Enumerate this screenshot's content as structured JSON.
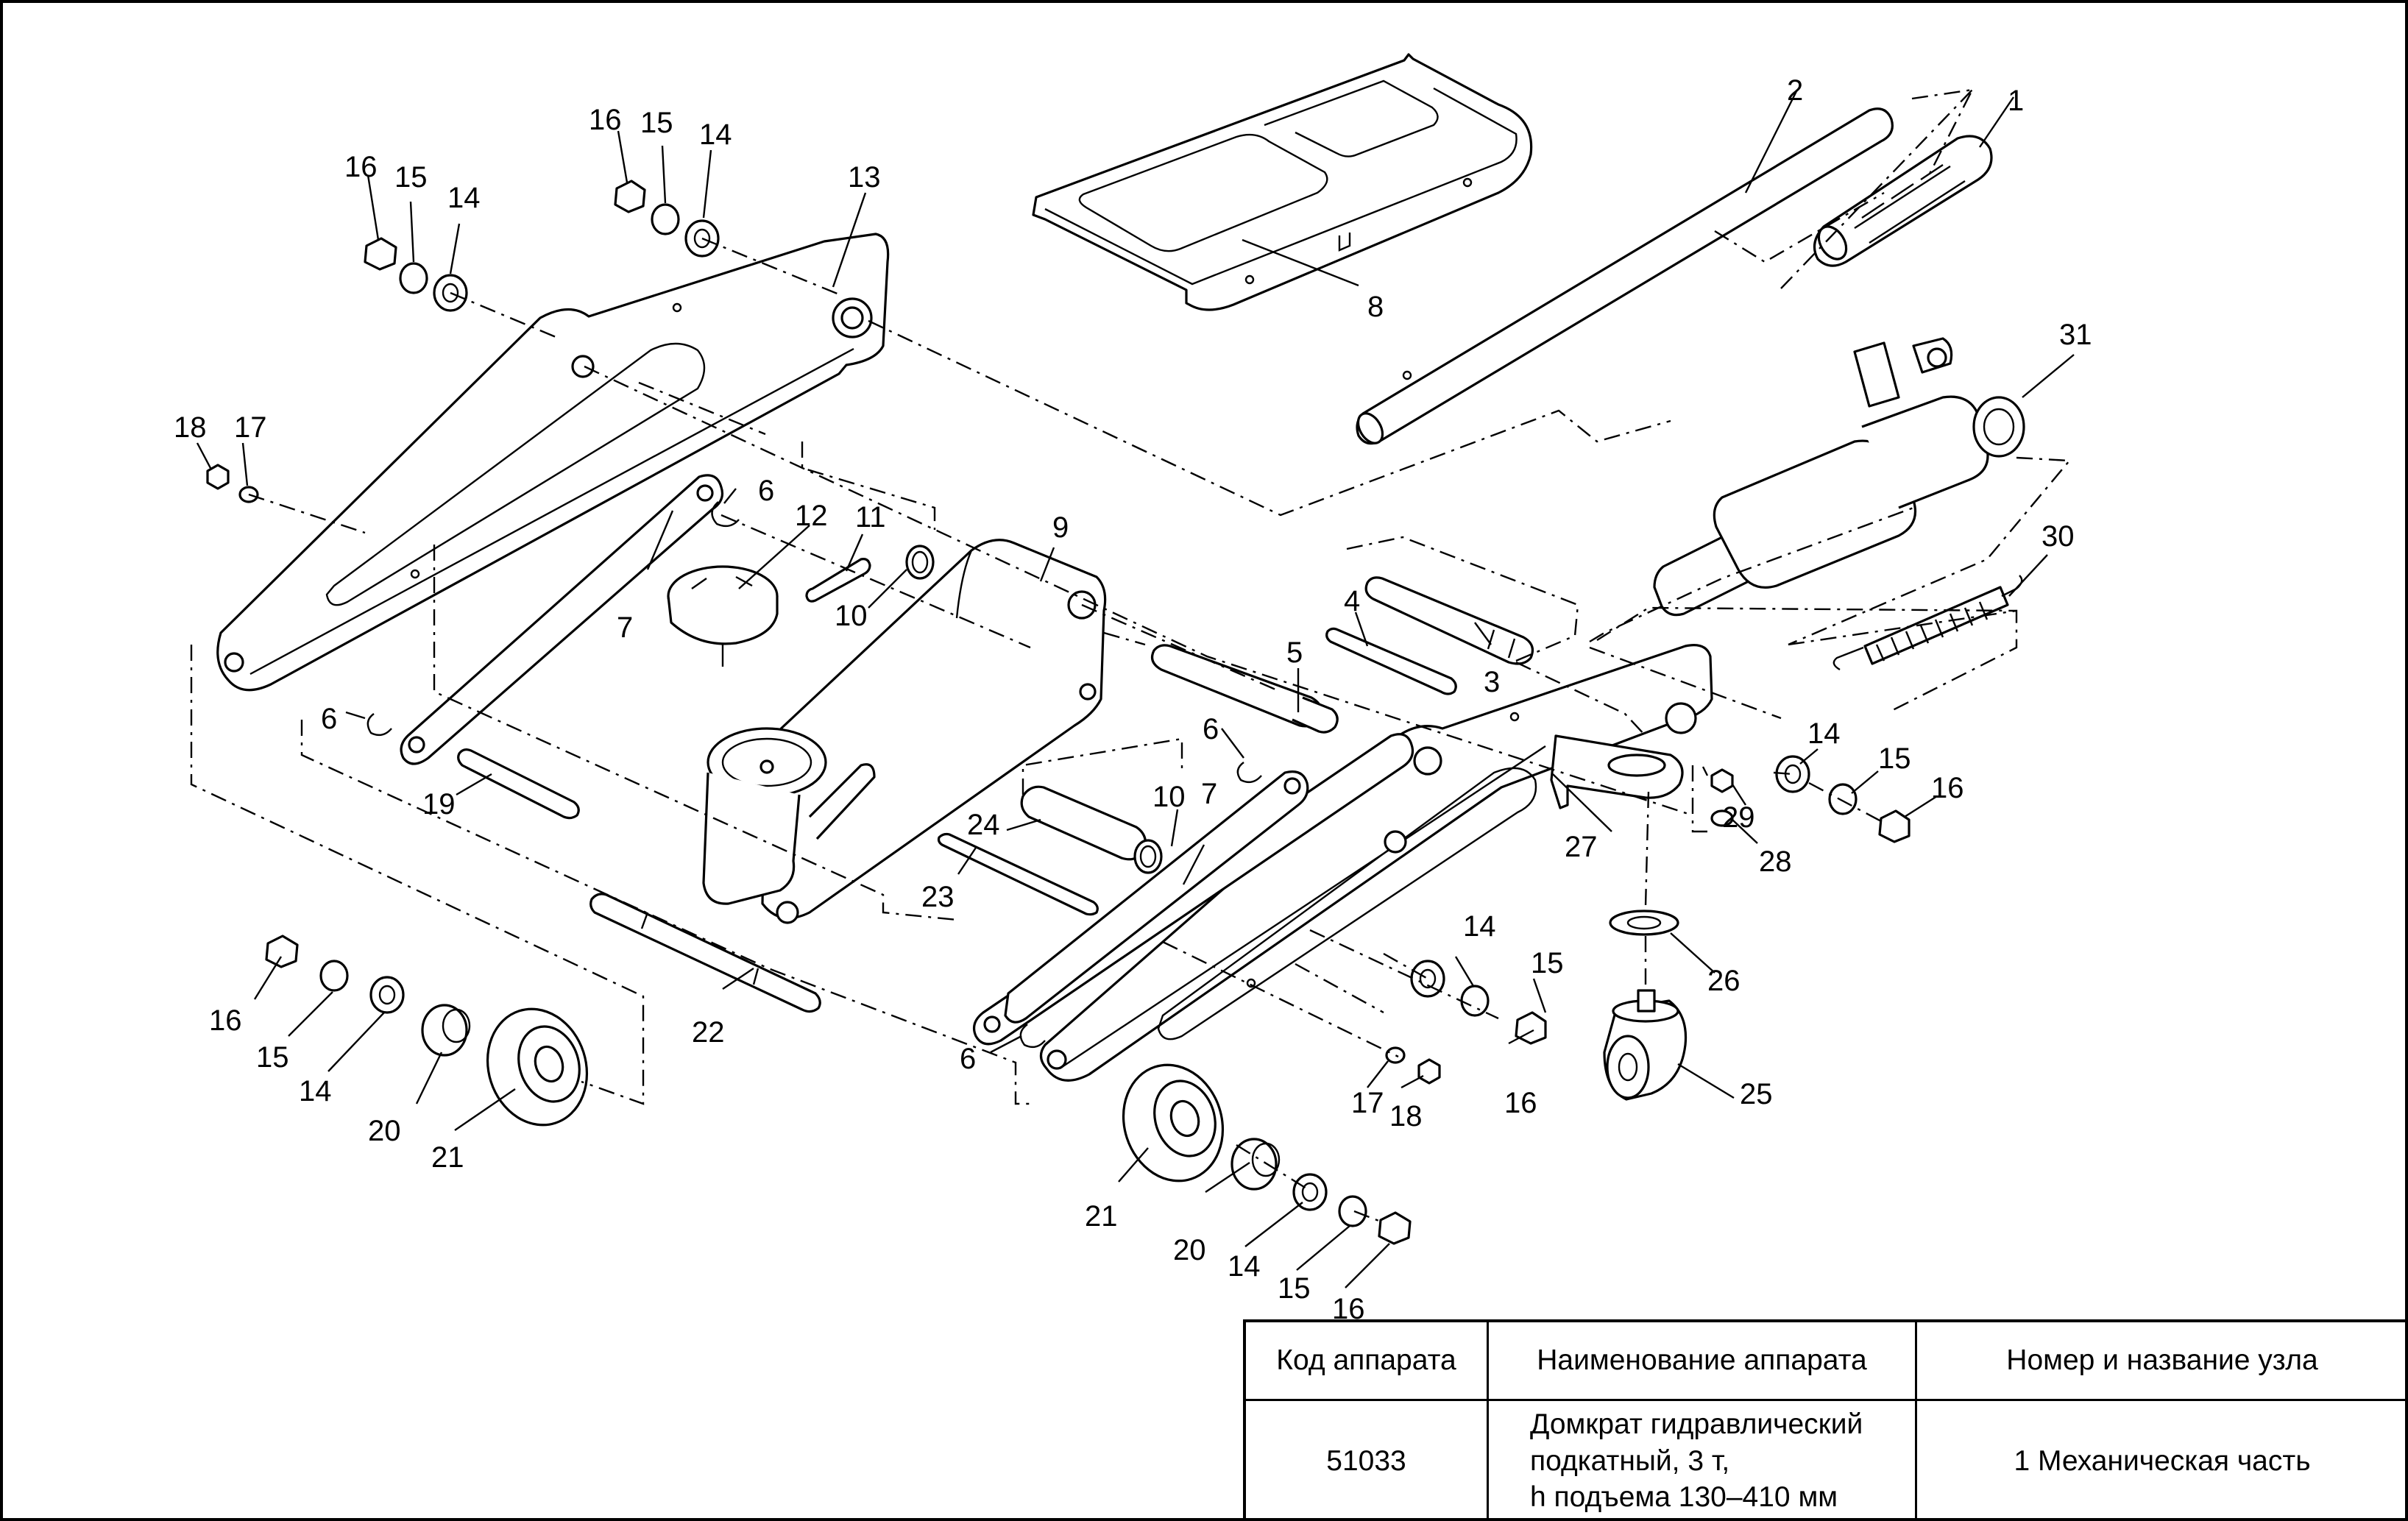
{
  "drawing": {
    "callouts": [
      "1",
      "2",
      "3",
      "4",
      "5",
      "6",
      "7",
      "8",
      "9",
      "10",
      "11",
      "12",
      "13",
      "14",
      "15",
      "16",
      "17",
      "18",
      "19",
      "20",
      "21",
      "22",
      "23",
      "24",
      "25",
      "26",
      "27",
      "28",
      "29",
      "30",
      "31"
    ]
  },
  "title_block": {
    "headers": {
      "code": "Код аппарата",
      "name": "Наименование аппарата",
      "assembly": "Номер и название узла"
    },
    "values": {
      "code": "51033",
      "name": "Домкрат гидравлический\nподкатный, 3 т,\nh подъема 130–410 мм",
      "assembly": "1 Механическая часть"
    }
  }
}
